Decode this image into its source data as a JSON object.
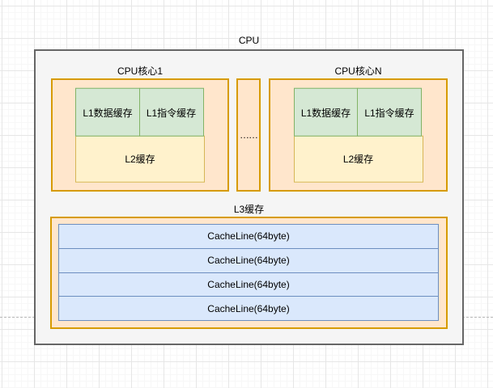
{
  "diagram": {
    "title": "CPU",
    "cores": [
      {
        "label": "CPU核心1",
        "l1_data": "L1数据缓存",
        "l1_inst": "L1指令缓存",
        "l2": "L2缓存"
      },
      {
        "label": "CPU核心N",
        "l1_data": "L1数据缓存",
        "l1_inst": "L1指令缓存",
        "l2": "L2缓存"
      }
    ],
    "ellipsis": "……",
    "l3": {
      "label": "L3缓存",
      "lines": [
        "CacheLine(64byte)",
        "CacheLine(64byte)",
        "CacheLine(64byte)",
        "CacheLine(64byte)"
      ]
    },
    "colors": {
      "outer_fill": "#f5f5f5",
      "outer_stroke": "#666666",
      "orange_fill": "#ffe6cc",
      "orange_stroke": "#d79b00",
      "green_fill": "#d5e8d4",
      "green_stroke": "#82b366",
      "yellow_fill": "#fff2cc",
      "yellow_stroke": "#d6b656",
      "blue_fill": "#dae8fc",
      "blue_stroke": "#6c8ebf"
    }
  }
}
